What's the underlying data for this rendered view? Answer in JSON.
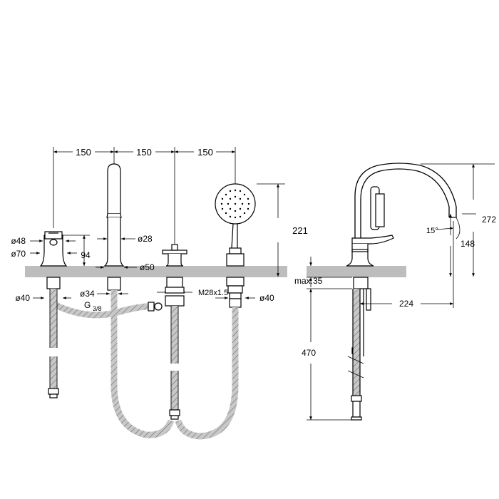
{
  "dimensions": {
    "spacing_1": "150",
    "spacing_2": "150",
    "spacing_3": "150",
    "spout_height": "221",
    "mixer_height": "94",
    "mixer_dia_top": "ø48",
    "mixer_dia_base": "ø70",
    "spout_dia": "ø28",
    "spout_base_dia": "ø50",
    "shank_dia_left": "ø40",
    "shank_dia_34": "ø34",
    "thread_g": "G",
    "thread_fraction": "3/8",
    "thread_m": "M28x1.5",
    "shank_dia_right": "ø40",
    "max_thickness": "max.35",
    "hose_length": "470",
    "side_spout_height": "272",
    "side_outlet_height": "148",
    "angle": "15°",
    "spout_reach": "224"
  },
  "colors": {
    "line": "#000000",
    "deck": "#bdbdbd",
    "background": "#ffffff"
  }
}
